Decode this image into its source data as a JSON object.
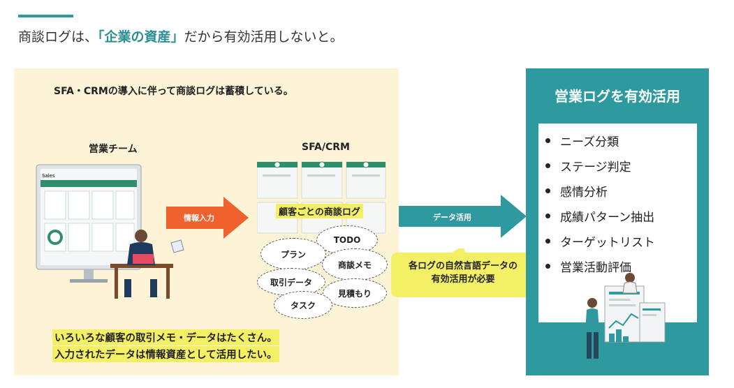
{
  "header": {
    "prefix": "商談ログは、",
    "highlight": "「企業の資産」",
    "suffix": "だから有効活用しないと。"
  },
  "left": {
    "title": "SFA・CRMの導入に伴って商談ログは蓄積している。",
    "team_label": "営業チーム",
    "sfa_label": "SFA/CRM",
    "arrow_label": "情報入力",
    "monitor_app_label": "Sales",
    "log_label": "顧客ごとの商談ログ",
    "bubbles": [
      "TODO",
      "プラン",
      "商談メモ",
      "取引データ",
      "見積もり",
      "タスク"
    ],
    "bottom_line1": "いろいろな顧客の取引メモ・データはたくさん。",
    "bottom_line2": "入力されたデータは情報資産として活用したい。"
  },
  "middle": {
    "arrow_label": "データ活用",
    "callout_line1": "各ログの自然言語データの",
    "callout_line2": "有効活用が必要"
  },
  "right": {
    "title": "営業ログを有効活用",
    "items": [
      "ニーズ分類",
      "ステージ判定",
      "感情分析",
      "成績パターン抽出",
      "ターゲットリスト",
      "営業活動評価"
    ]
  },
  "colors": {
    "teal": "#2e9aa0",
    "cream": "#fdf3d6",
    "yellow_highlight": "#f4f066",
    "orange_arrow": "#f0622d"
  }
}
